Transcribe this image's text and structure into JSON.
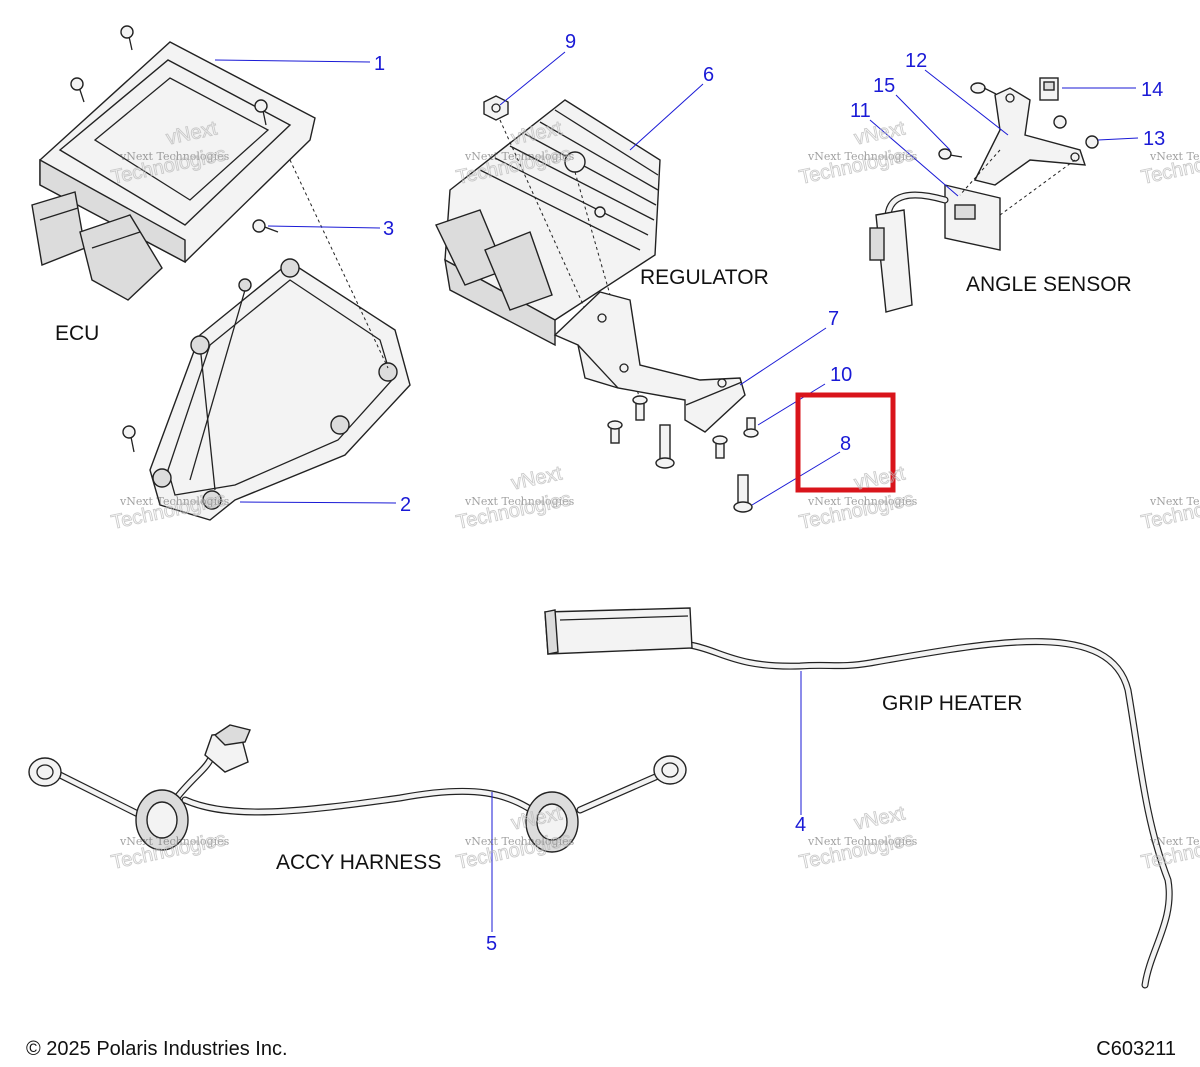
{
  "section_labels": {
    "ecu": "ECU",
    "regulator": "REGULATOR",
    "angle_sensor": "ANGLE SENSOR",
    "grip_heater": "GRIP HEATER",
    "accy_harness": "ACCY HARNESS"
  },
  "callouts": [
    "1",
    "2",
    "3",
    "4",
    "5",
    "6",
    "7",
    "8",
    "9",
    "10",
    "11",
    "12",
    "13",
    "14",
    "15"
  ],
  "watermark": {
    "line1": "vNext Technologies",
    "line2": "Technologies",
    "line3": "vNext"
  },
  "highlight": {
    "callout": "8",
    "color": "#d9141b"
  },
  "colors": {
    "callout": "#1a1ad6",
    "linework": "#222222"
  },
  "footer": {
    "copyright": "© 2025 Polaris Industries Inc.",
    "code": "C603211"
  }
}
